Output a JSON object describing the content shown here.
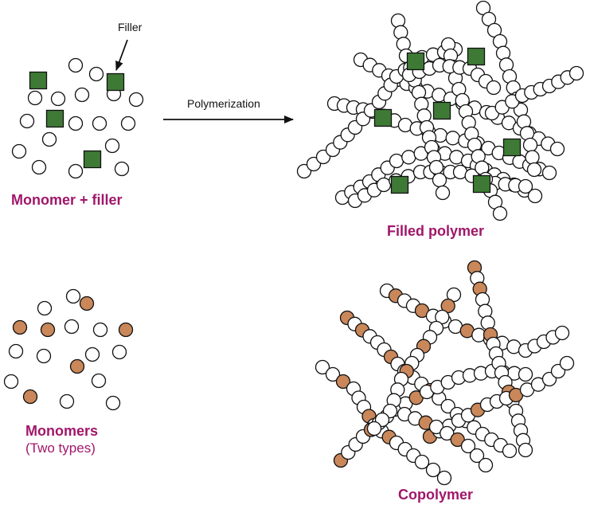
{
  "labels": {
    "filler": "Filler",
    "polymerization": "Polymerization",
    "monomer_filler": "Monomer + filler",
    "filled_polymer": "Filled polymer",
    "monomers": "Monomers",
    "two_types": "(Two types)",
    "copolymer": "Copolymer"
  },
  "colors": {
    "filler": "#3e7a35",
    "monomer_b": "#c9875a",
    "caption": "#a0176a",
    "outline": "#111111"
  }
}
